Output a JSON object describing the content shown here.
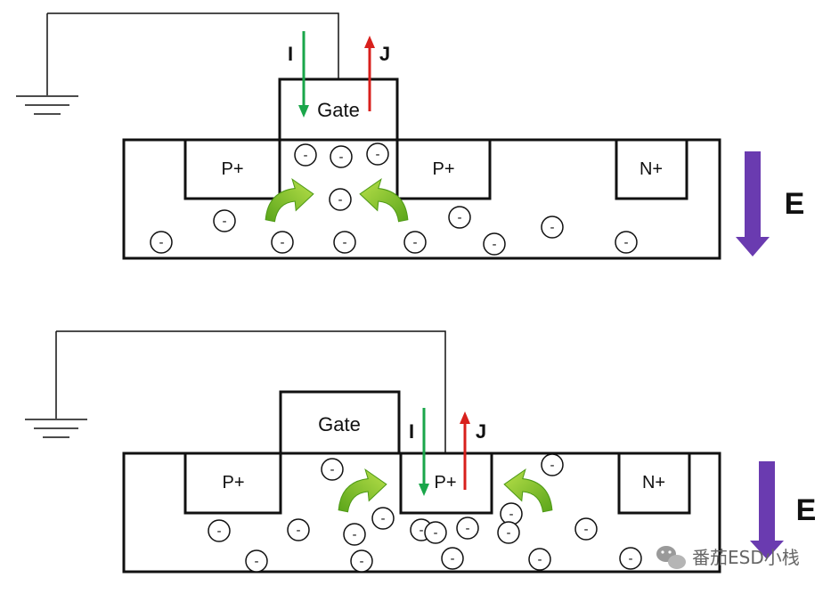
{
  "top": {
    "gate": "Gate",
    "source_region": "P+",
    "drain_region": "P+",
    "body_contact": "N+",
    "current_i": "I",
    "current_j": "J",
    "field": "E",
    "electron": "-"
  },
  "bottom": {
    "gate": "Gate",
    "source_region": "P+",
    "drain_region": "P+",
    "body_contact": "N+",
    "current_i": "I",
    "current_j": "J",
    "field": "E",
    "electron": "-"
  },
  "watermark": "番茄ESD小栈",
  "colors": {
    "current_i": "#1aa64a",
    "current_j": "#d8201c",
    "field_arrow": "#6a3bb0",
    "flow_arrow": "#7fc31f"
  },
  "icons": [
    "ground-icon",
    "electron-icon",
    "curved-arrow-icon",
    "wechat-icon"
  ]
}
